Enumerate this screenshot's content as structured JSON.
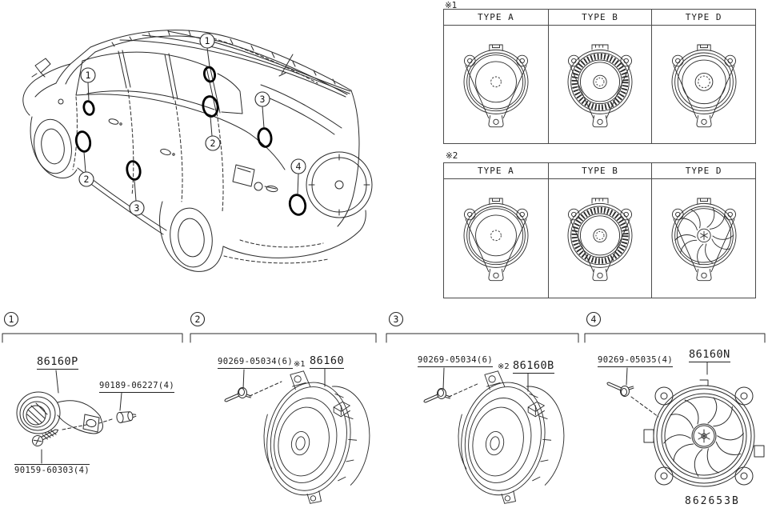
{
  "page": {
    "footer_code": "862653B"
  },
  "vehicle": {
    "callouts": [
      {
        "num": "1"
      },
      {
        "num": "1"
      },
      {
        "num": "2"
      },
      {
        "num": "2"
      },
      {
        "num": "3"
      },
      {
        "num": "3"
      },
      {
        "num": "4"
      }
    ]
  },
  "tables": [
    {
      "note": "※1",
      "headers": [
        "TYPE A",
        "TYPE B",
        "TYPE D"
      ],
      "types": [
        "speaker-front-cone",
        "speaker-front-hatched-surround",
        "speaker-front-cone-large-cap"
      ]
    },
    {
      "note": "※2",
      "headers": [
        "TYPE A",
        "TYPE B",
        "TYPE D"
      ],
      "types": [
        "speaker-front-cone",
        "speaker-front-hatched-surround",
        "speaker-front-fan-grille"
      ]
    }
  ],
  "sections": [
    {
      "num": "1",
      "labels": {
        "main": "86160P",
        "fastener1": "90189-06227(4)",
        "fastener2": "90159-60303(4)"
      }
    },
    {
      "num": "2",
      "labels": {
        "fastener": "90269-05034(6)",
        "note": "※1",
        "main": "86160"
      }
    },
    {
      "num": "3",
      "labels": {
        "fastener": "90269-05034(6)",
        "note": "※2",
        "main": "86160B"
      }
    },
    {
      "num": "4",
      "labels": {
        "fastener": "90269-05035(4)",
        "main": "86160N"
      }
    }
  ]
}
